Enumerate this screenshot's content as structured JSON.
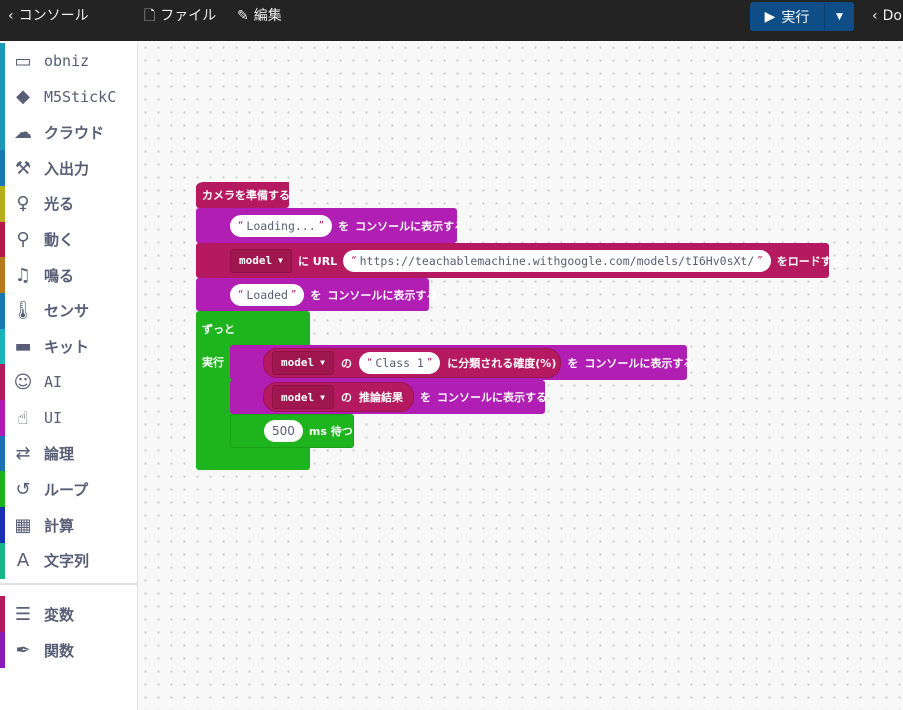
{
  "topbar": {
    "back_label": "コンソール",
    "file_label": "ファイル",
    "edit_label": "編集",
    "run_label": "実行",
    "docs_label": "Do"
  },
  "sidebar": {
    "categories": [
      {
        "label": "obniz",
        "icon": "obniz-board-icon",
        "color": "#1a9ab8"
      },
      {
        "label": "M5StickC",
        "icon": "m5stick-icon",
        "color": "#1a9ab8"
      },
      {
        "label": "クラウド",
        "icon": "cloud-icon",
        "color": "#1a9ab8"
      },
      {
        "label": "入出力",
        "icon": "hammer-icon",
        "color": "#1877b5"
      },
      {
        "label": "光る",
        "icon": "lightbulb-icon",
        "color": "#b5b01a"
      },
      {
        "label": "動く",
        "icon": "motorcycle-icon",
        "color": "#b51a4b"
      },
      {
        "label": "鳴る",
        "icon": "music-note-icon",
        "color": "#b57a1a"
      },
      {
        "label": "センサ",
        "icon": "thermometer-icon",
        "color": "#1877b5"
      },
      {
        "label": "キット",
        "icon": "toolbox-icon",
        "color": "#1ab5b5"
      },
      {
        "label": "AI",
        "icon": "robot-icon",
        "color": "#b51a5f"
      },
      {
        "label": "UI",
        "icon": "hand-pointer-icon",
        "color": "#b31ab5"
      },
      {
        "label": "論理",
        "icon": "exchange-icon",
        "color": "#1a6fb5"
      },
      {
        "label": "ループ",
        "icon": "loop-icon",
        "color": "#1ab51a"
      },
      {
        "label": "計算",
        "icon": "calculator-icon",
        "color": "#1a2eb5"
      },
      {
        "label": "文字列",
        "icon": "letter-a-icon",
        "color": "#1ab58a"
      },
      {
        "label": "変数",
        "icon": "bars-icon",
        "color": "#b51a5f"
      },
      {
        "label": "関数",
        "icon": "pen-icon",
        "color": "#8a1ab5"
      }
    ]
  },
  "blocks": {
    "camera": "カメラを準備する",
    "log1": {
      "text": "Loading...",
      "wo": "を",
      "suffix": "コンソールに表示する"
    },
    "load": {
      "var": "model",
      "ni_url": "に URL",
      "url": "https://teachablemachine.withgoogle.com/models/tI6Hv0sXt/",
      "suffix": "をロードする"
    },
    "log2": {
      "text": "Loaded",
      "wo": "を",
      "suffix": "コンソールに表示する"
    },
    "forever": {
      "label": "ずっと",
      "do": "実行"
    },
    "log3": {
      "var": "model",
      "no": "の",
      "class": "Class 1",
      "prob": "に分類される確度(%)",
      "wo": "を",
      "suffix": "コンソールに表示する"
    },
    "log4": {
      "var": "model",
      "no": "の",
      "result": "推論結果",
      "wo": "を",
      "suffix": "コンソールに表示する"
    },
    "wait": {
      "ms": "500",
      "unit": "ms 待つ"
    }
  }
}
